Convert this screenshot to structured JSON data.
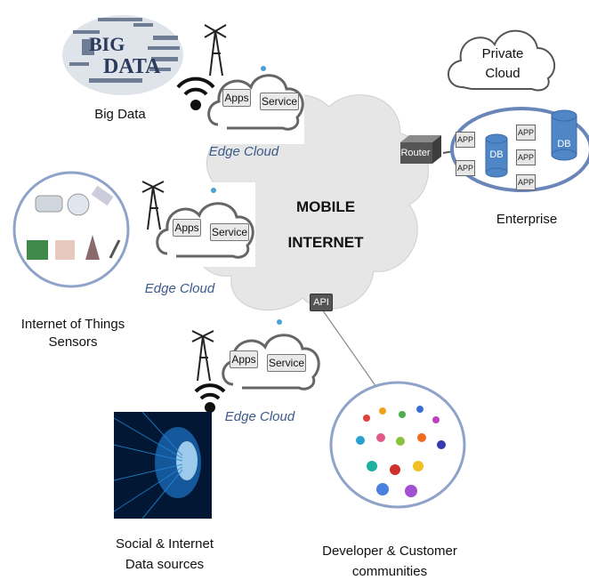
{
  "center": {
    "line1": "MOBILE",
    "line2": "INTERNET",
    "api": "API"
  },
  "edge_clouds": [
    {
      "label": "Edge Cloud",
      "apps": "Apps",
      "service": "Service"
    },
    {
      "label": "Edge Cloud",
      "apps": "Apps",
      "service": "Service"
    },
    {
      "label": "Edge Cloud",
      "apps": "Apps",
      "service": "Service"
    }
  ],
  "big_data": {
    "label": "Big Data",
    "word1": "BIG",
    "word2": "DATA"
  },
  "iot": {
    "line1": "Internet of Things",
    "line2": "Sensors"
  },
  "social": {
    "line1": "Social & Internet",
    "line2": "Data sources"
  },
  "developer": {
    "line1": "Developer & Customer",
    "line2": "communities"
  },
  "private_cloud": {
    "line1": "Private",
    "line2": "Cloud"
  },
  "enterprise": {
    "label": "Enterprise",
    "router": "Router",
    "app": "APP",
    "db": "DB"
  },
  "colors": {
    "cloud_fill": "#e6e6e6",
    "edge_text": "#3b5b8c",
    "db_blue": "#4f86c6",
    "ring": "#6a86b8"
  }
}
